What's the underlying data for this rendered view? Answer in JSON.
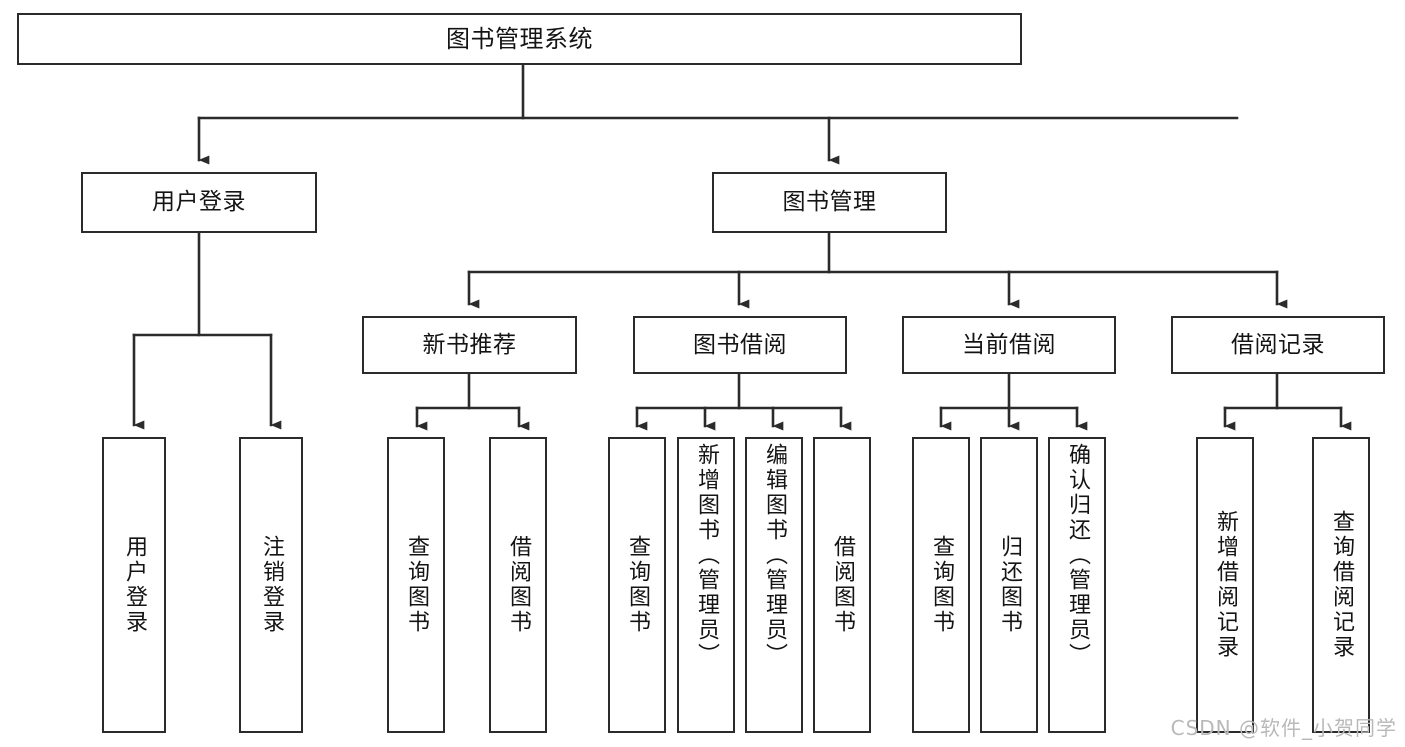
{
  "diagram": {
    "title": "图书管理系统",
    "type": "hierarchy-tree",
    "levels": 4,
    "colors": {
      "box_border": "#2b2b2b",
      "box_fill": "#ffffff",
      "edge": "#2b2b2b",
      "text": "#141414",
      "watermark": "#b9b9b9",
      "background": "#ffffff"
    },
    "root": {
      "id": "root",
      "label": "图书管理系统"
    },
    "level2": [
      {
        "id": "user-login",
        "label": "用户登录"
      },
      {
        "id": "book-management",
        "label": "图书管理"
      }
    ],
    "level3": [
      {
        "id": "new-book-recommend",
        "label": "新书推荐",
        "parent": "book-management"
      },
      {
        "id": "book-borrow",
        "label": "图书借阅",
        "parent": "book-management"
      },
      {
        "id": "current-borrow",
        "label": "当前借阅",
        "parent": "book-management"
      },
      {
        "id": "borrow-record",
        "label": "借阅记录",
        "parent": "book-management"
      }
    ],
    "leaves": [
      {
        "id": "leaf-user-login",
        "label": "用户登录",
        "parent": "user-login"
      },
      {
        "id": "leaf-user-logout",
        "label": "注销登录",
        "parent": "user-login"
      },
      {
        "id": "leaf-query-book-1",
        "label": "查询图书",
        "parent": "new-book-recommend"
      },
      {
        "id": "leaf-borrow-book-1",
        "label": "借阅图书",
        "parent": "new-book-recommend"
      },
      {
        "id": "leaf-query-book-2",
        "label": "查询图书",
        "parent": "book-borrow"
      },
      {
        "id": "leaf-add-book",
        "label": "新增图书（管理员）",
        "parent": "book-borrow"
      },
      {
        "id": "leaf-edit-book",
        "label": "编辑图书（管理员）",
        "parent": "book-borrow"
      },
      {
        "id": "leaf-borrow-book-2",
        "label": "借阅图书",
        "parent": "book-borrow"
      },
      {
        "id": "leaf-query-book-3",
        "label": "查询图书",
        "parent": "current-borrow"
      },
      {
        "id": "leaf-return-book",
        "label": "归还图书",
        "parent": "current-borrow"
      },
      {
        "id": "leaf-confirm-return",
        "label": "确认归还（管理员）",
        "parent": "current-borrow"
      },
      {
        "id": "leaf-add-record",
        "label": "新增借阅记录",
        "parent": "borrow-record"
      },
      {
        "id": "leaf-query-record",
        "label": "查询借阅记录",
        "parent": "borrow-record"
      }
    ],
    "watermark": "CSDN @软件_小贺同学"
  }
}
